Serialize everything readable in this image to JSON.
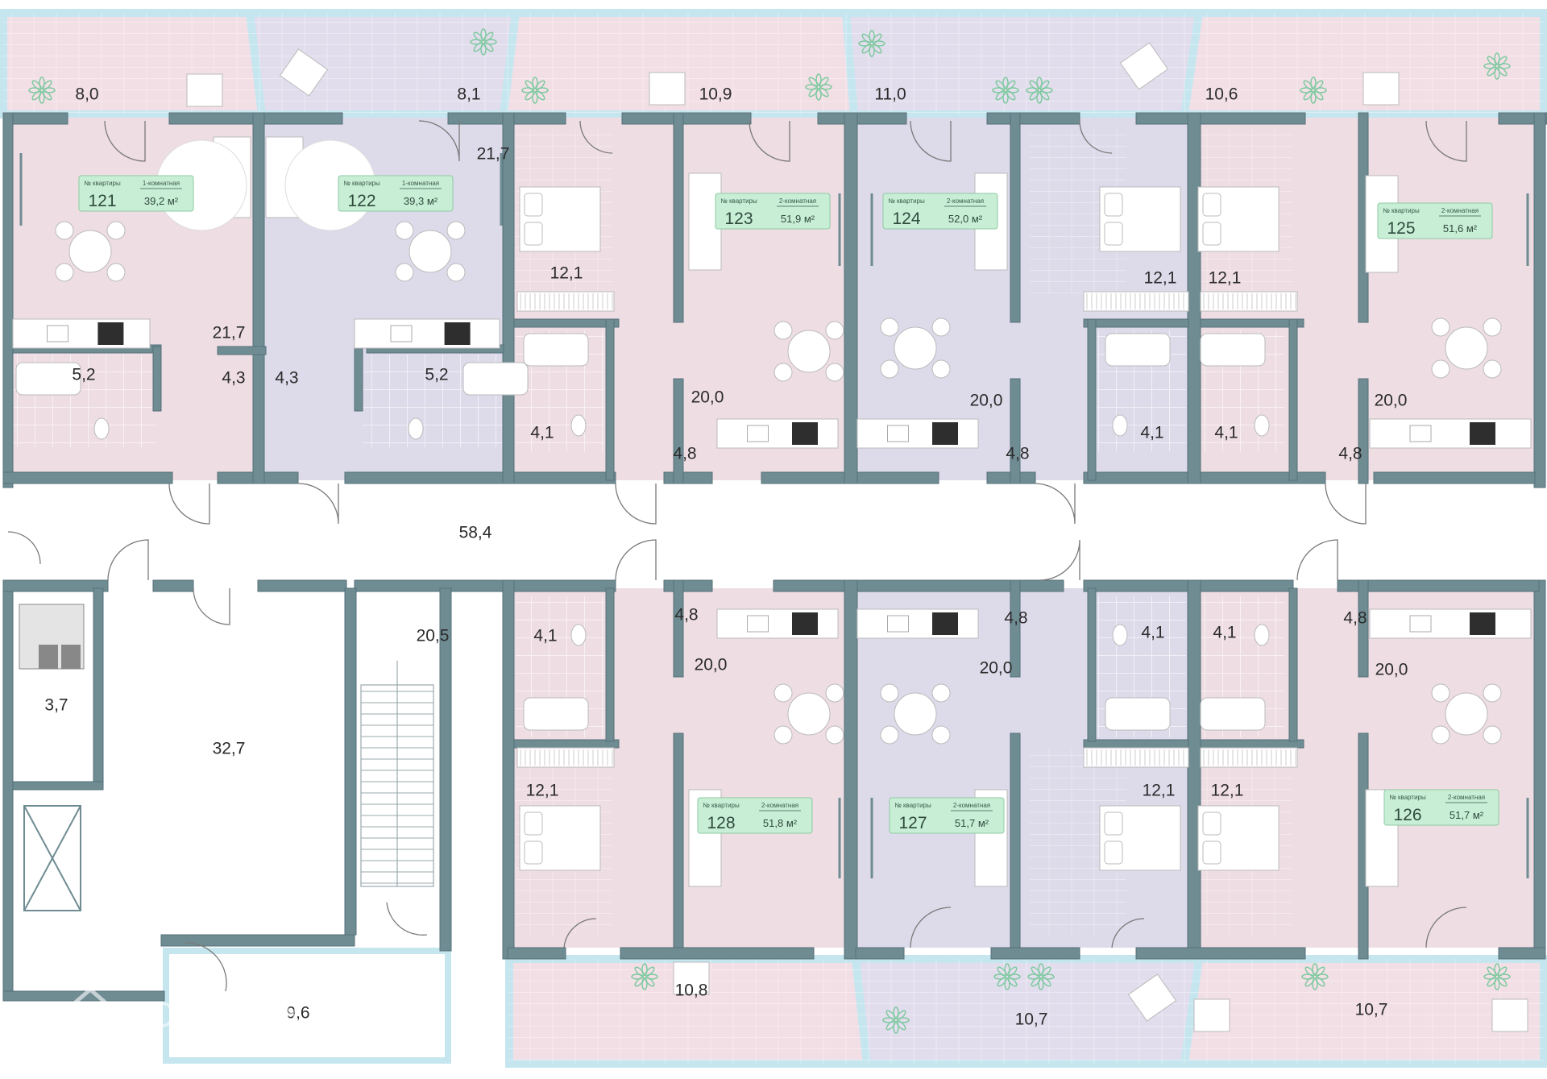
{
  "colors": {
    "wall": "#6f8c93",
    "wall_edge": "#55717a",
    "pink_room": "#eedde2",
    "lilac_room": "#dddaea",
    "pink_balcony": "#f2dfe5",
    "lilac_balcony": "#e2dded",
    "balcony_rim": "#c6e6ef",
    "card_fill": "#c8eed6",
    "card_stroke": "#8fcaa4",
    "fixture": "#ffffff",
    "stove": "#2e2e2e",
    "plant": "#7fc9a0"
  },
  "apartments": [
    {
      "number": "121",
      "caption": "№ квартиры",
      "type": "1-комнатная",
      "area": "39,2 м²"
    },
    {
      "number": "122",
      "caption": "№ квартиры",
      "type": "1-комнатная",
      "area": "39,3 м²"
    },
    {
      "number": "123",
      "caption": "№ квартиры",
      "type": "2-комнатная",
      "area": "51,9 м²"
    },
    {
      "number": "124",
      "caption": "№ квартиры",
      "type": "2-комнатная",
      "area": "52,0 м²"
    },
    {
      "number": "125",
      "caption": "№ квартиры",
      "type": "2-комнатная",
      "area": "51,6 м²"
    },
    {
      "number": "126",
      "caption": "№ квартиры",
      "type": "2-комнатная",
      "area": "51,7 м²"
    },
    {
      "number": "127",
      "caption": "№ квартиры",
      "type": "2-комнатная",
      "area": "51,7 м²"
    },
    {
      "number": "128",
      "caption": "№ квартиры",
      "type": "2-комнатная",
      "area": "51,8 м²"
    }
  ],
  "room_areas": [
    "8,0",
    "8,1",
    "10,9",
    "11,0",
    "10,6",
    "21,7",
    "21,7",
    "4,3",
    "4,3",
    "5,2",
    "5,2",
    "12,1",
    "4,1",
    "4,8",
    "20,0",
    "20,0",
    "4,8",
    "12,1",
    "12,1",
    "4,1",
    "4,1",
    "20,0",
    "4,8",
    "58,4",
    "20,5",
    "32,7",
    "3,7",
    "9,6",
    "4,1",
    "4,8",
    "20,0",
    "12,1",
    "4,8",
    "20,0",
    "4,1",
    "4,1",
    "12,1",
    "12,1",
    "4,8",
    "20,0",
    "10,8",
    "10,7",
    "10,7"
  ],
  "watermark": {
    "text": "ДОМКЛИК",
    "icon": "house-logo-icon"
  }
}
